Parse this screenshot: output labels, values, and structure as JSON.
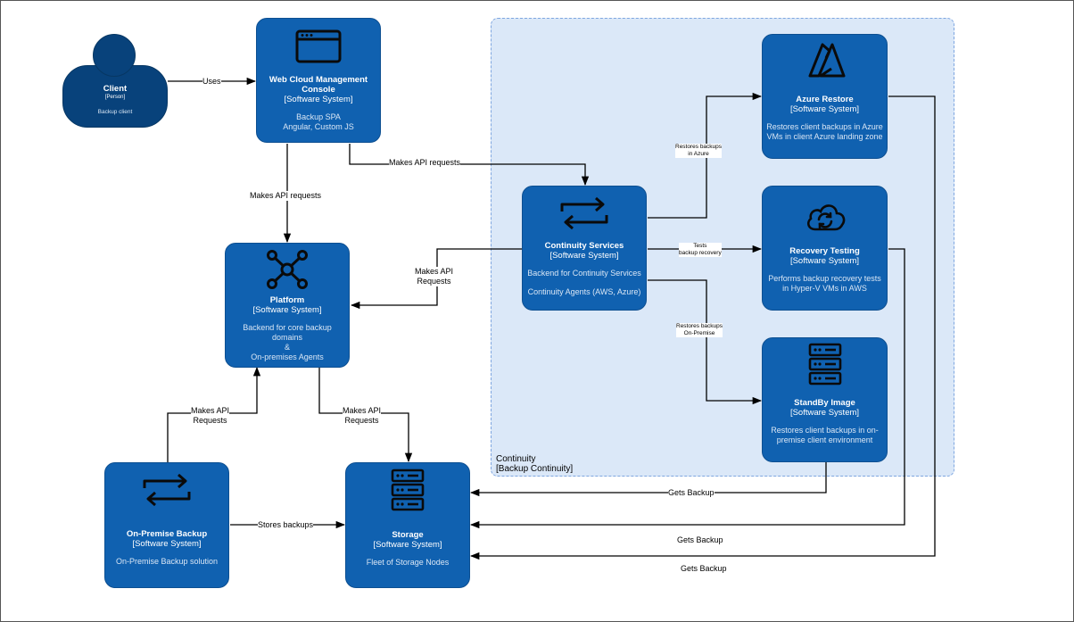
{
  "boundary": {
    "title": "Continuity",
    "subtitle": "[Backup Continuity]"
  },
  "client": {
    "name": "Client",
    "kind": "[Person]",
    "desc": "Backup client"
  },
  "web_console": {
    "name_line1": "Web Cloud Management",
    "name_line2": "Console",
    "kind": "[Software System]",
    "desc_line1": "Backup SPA",
    "desc_line2": "Angular, Custom JS",
    "icon": "browser-window-icon"
  },
  "platform": {
    "name": "Platform",
    "kind": "[Software System]",
    "desc_line1": "Backend for core backup",
    "desc_line2": "domains",
    "desc_line3": "&",
    "desc_line4": "On-premises Agents",
    "icon": "network-hub-icon"
  },
  "continuity_services": {
    "name": "Continuity Services",
    "kind": "[Software System]",
    "desc_line1": "Backend for Continuity Services",
    "desc_line2": "Continuity Agents (AWS, Azure)",
    "icon": "sync-arrows-icon"
  },
  "azure_restore": {
    "name": "Azure Restore",
    "kind": "[Software System]",
    "desc_line1": "Restores client backups in Azure",
    "desc_line2": "VMs in client Azure landing zone",
    "icon": "azure-logo-icon"
  },
  "recovery_testing": {
    "name": "Recovery Testing",
    "kind": "[Software System]",
    "desc_line1": "Performs backup recovery tests",
    "desc_line2": "in Hyper-V VMs in AWS",
    "icon": "cloud-sync-icon"
  },
  "standby_image": {
    "name": "StandBy Image",
    "kind": "[Software System]",
    "desc_line1": "Restores client backups in on-",
    "desc_line2": "premise client environment",
    "icon": "server-stack-icon"
  },
  "onprem_backup": {
    "name": "On-Premise Backup",
    "kind": "[Software System]",
    "desc": "On-Premise Backup solution",
    "icon": "sync-arrows-icon"
  },
  "storage": {
    "name": "Storage",
    "kind": "[Software System]",
    "desc": "Fleet of Storage Nodes",
    "icon": "server-stack-icon"
  },
  "edges": {
    "uses": "Uses",
    "console_to_platform": "Makes API requests",
    "console_to_continuity": "Makes API requests",
    "continuity_to_platform_line1": "Makes API",
    "continuity_to_platform_line2": "Requests",
    "onprem_to_platform_line1": "Makes API",
    "onprem_to_platform_line2": "Requests",
    "platform_to_storage_line1": "Makes API",
    "platform_to_storage_line2": "Requests",
    "onprem_to_storage": "Stores backups",
    "to_azure_line1": "Restores backups",
    "to_azure_line2": "in Azure",
    "to_testing_line1": "Tests",
    "to_testing_line2": "backup recovery",
    "to_standby_line1": "Restores backups",
    "to_standby_line2": "On-Premise",
    "standby_gets_backup": "Gets Backup",
    "testing_gets_backup": "Gets Backup",
    "azure_gets_backup": "Gets Backup"
  },
  "colors": {
    "node": "#1061b0",
    "person": "#08427b",
    "boundary_fill": "#dbe8f8",
    "boundary_stroke": "#7ea6e0"
  }
}
